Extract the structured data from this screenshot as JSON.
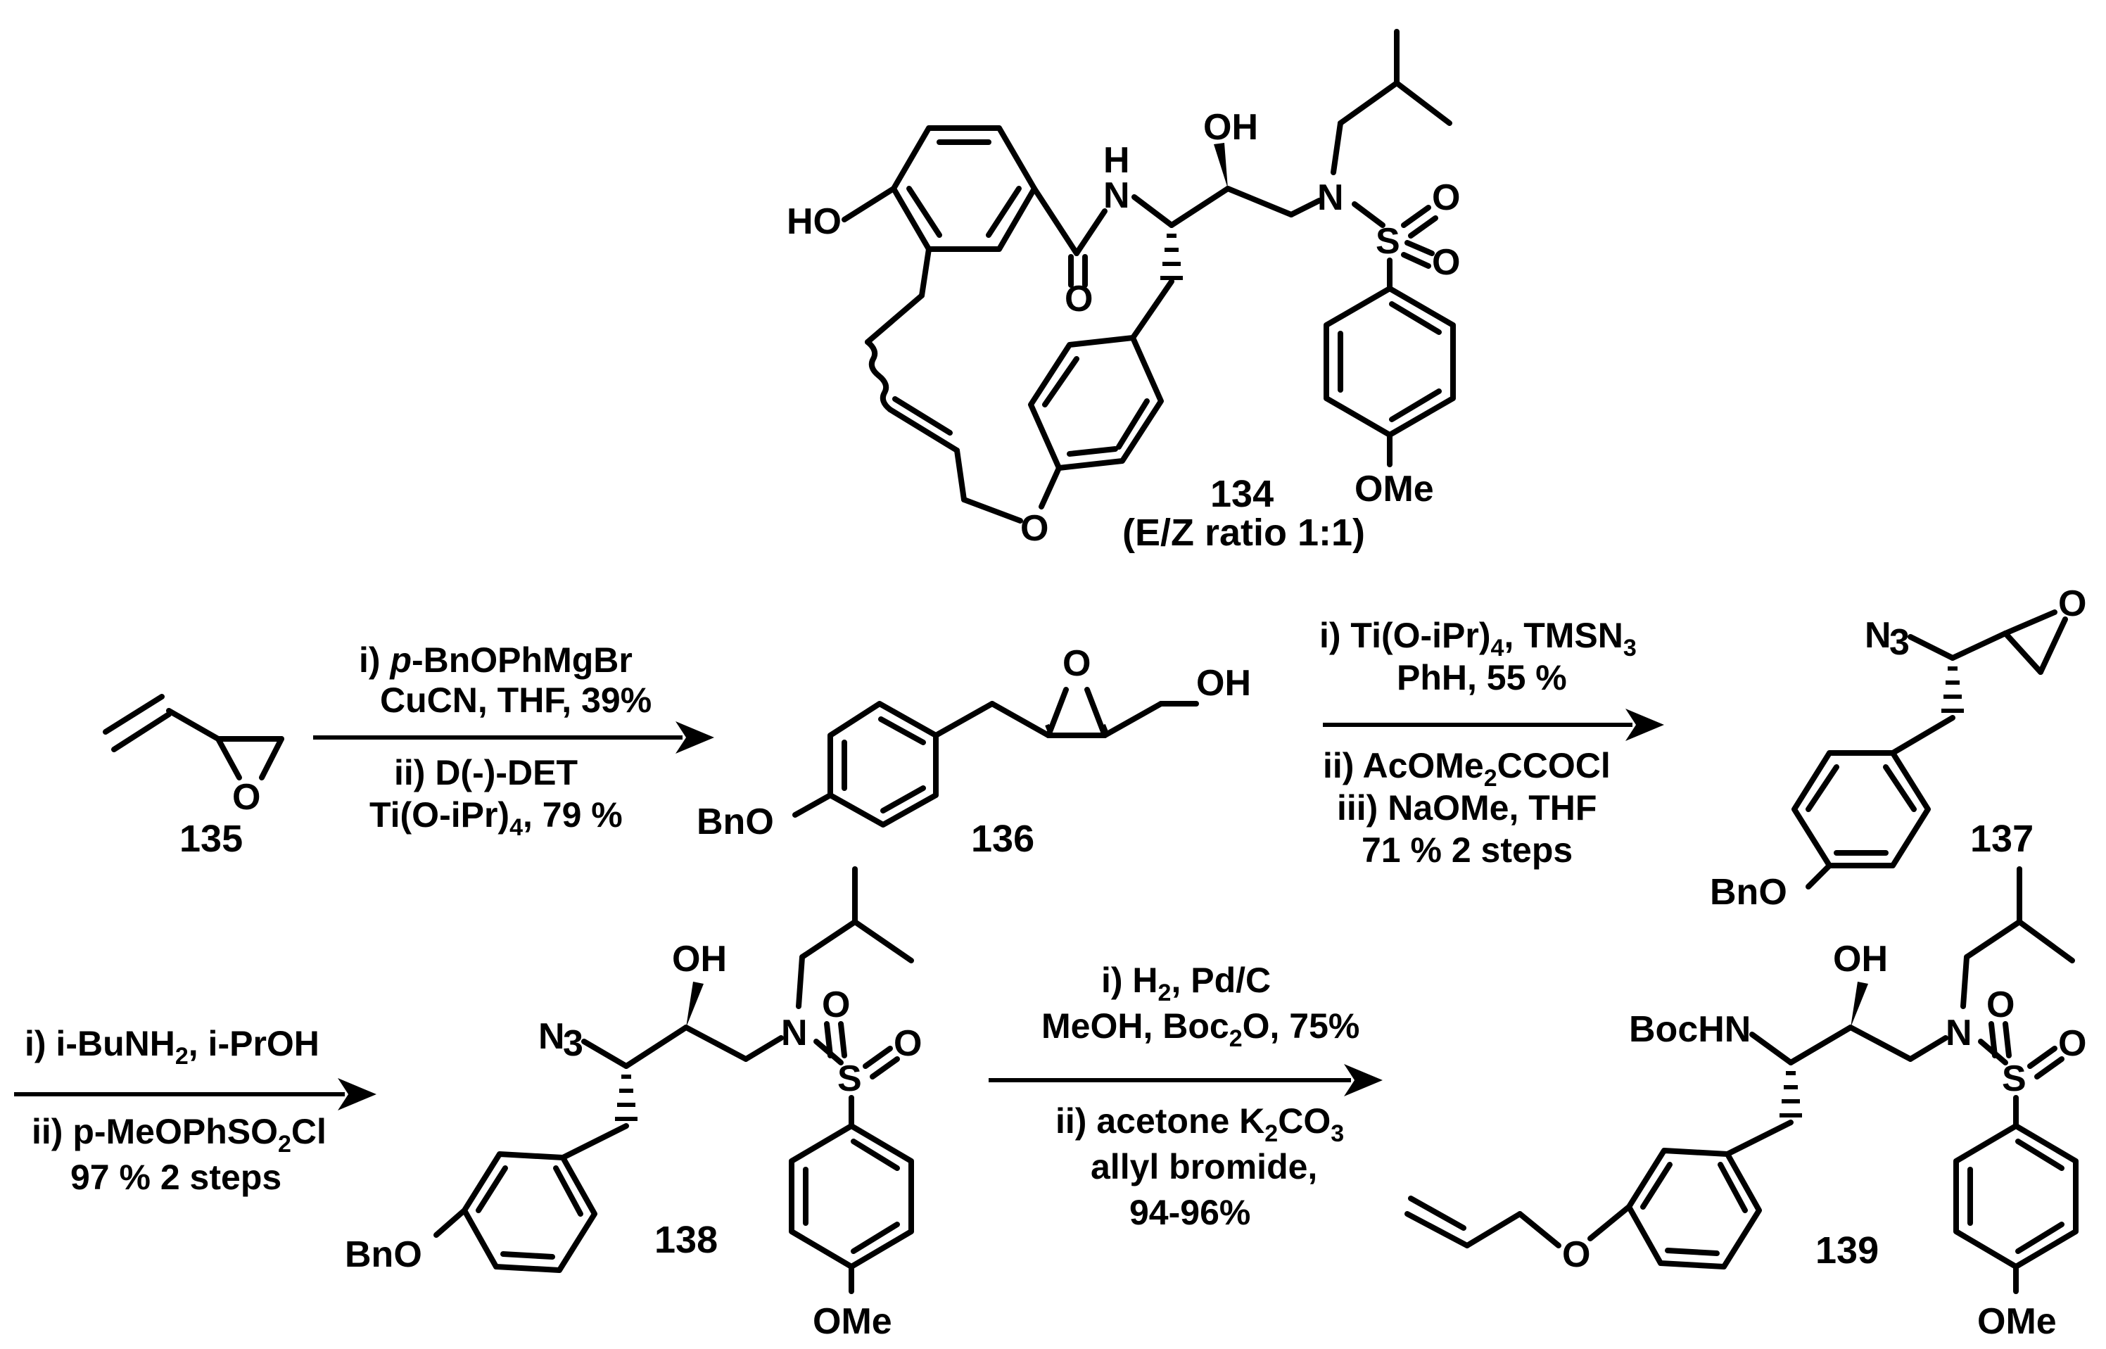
{
  "compounds": {
    "c134": {
      "label": "134",
      "note": "(E/Z ratio 1:1)"
    },
    "c135": {
      "label": "135"
    },
    "c136": {
      "label": "136"
    },
    "c137": {
      "label": "137"
    },
    "c138": {
      "label": "138"
    },
    "c139": {
      "label": "139"
    }
  },
  "atoms": {
    "HO": "HO",
    "OH": "OH",
    "H": "H",
    "N": "N",
    "O": "O",
    "S": "S",
    "OMe": "OMe",
    "BnO": "BnO",
    "N3": "N",
    "N3_sub": "3",
    "BocHN": "BocHN"
  },
  "step1": {
    "line1_prefix": "i) ",
    "line1_italic": "p",
    "line1_rest": "-BnOPhMgBr",
    "line2": "CuCN, THF, 39%",
    "line3": "ii) D(-)-DET",
    "line4_a": "Ti(O-iPr)",
    "line4_sub": "4",
    "line4_b": ", 79 %"
  },
  "step2": {
    "line1_a": "i) Ti(O-iPr)",
    "line1_sub": "4",
    "line1_b": ", TMSN",
    "line1_sub2": "3",
    "line2": "PhH, 55 %",
    "line3_a": "ii) AcOMe",
    "line3_sub": "2",
    "line3_b": "CCOCl",
    "line4": "iii) NaOMe, THF",
    "line5": "71 % 2 steps"
  },
  "step3": {
    "line1_a": "i) i-BuNH",
    "line1_sub": "2",
    "line1_b": ", i-PrOH",
    "line2_a": "ii) p-MeOPhSO",
    "line2_sub": "2",
    "line2_b": "Cl",
    "line3": "97 % 2 steps"
  },
  "step4": {
    "line1_a": "i) H",
    "line1_sub": "2",
    "line1_b": ", Pd/C",
    "line2_a": "MeOH, Boc",
    "line2_sub": "2",
    "line2_b": "O, 75%",
    "line3_a": "ii) acetone K",
    "line3_sub": "2",
    "line3_b": "CO",
    "line3_sub2": "3",
    "line4": "allyl bromide,",
    "line5": "94-96%"
  }
}
